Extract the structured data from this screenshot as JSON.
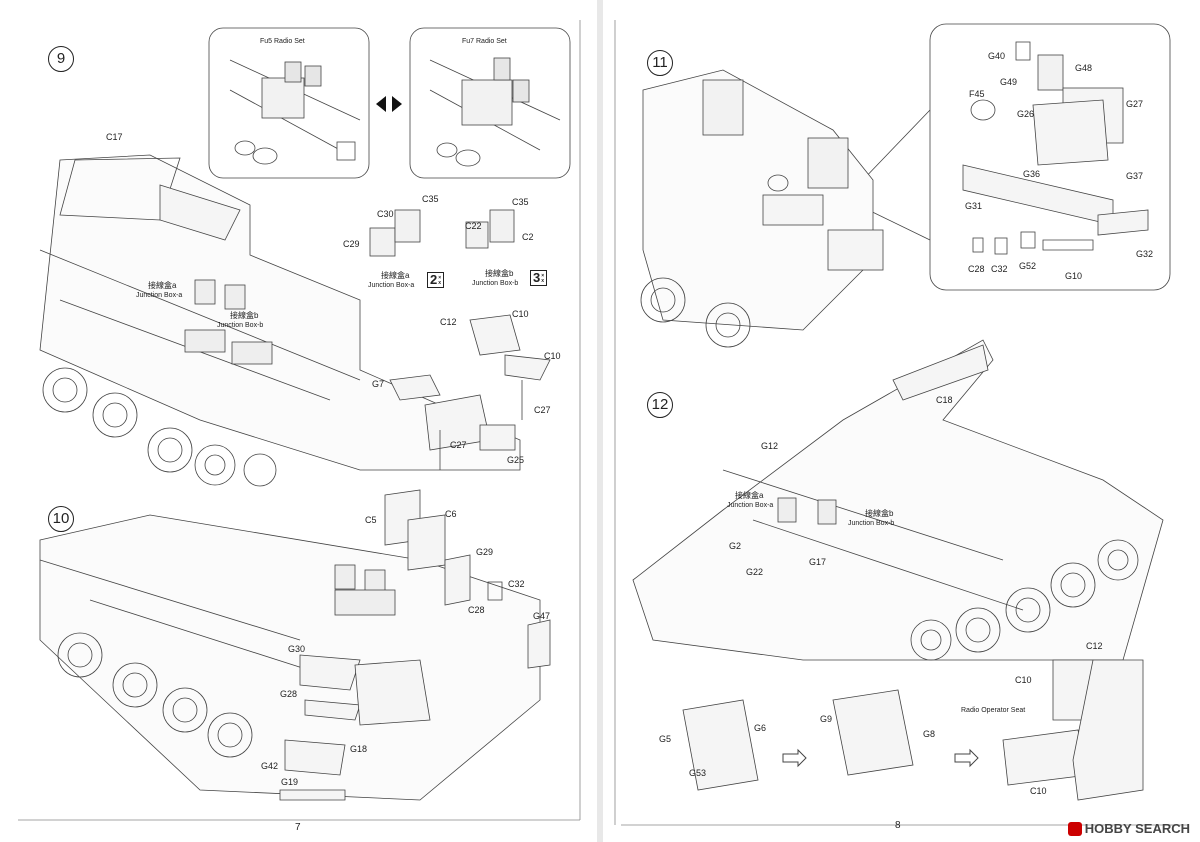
{
  "left": {
    "page_number": "7",
    "step9": {
      "number": "9",
      "inset_fu5": "Fu5 Radio Set",
      "inset_fu7": "Fu7 Radio Set",
      "c17": "C17",
      "jb_a_cn": "接線盒a",
      "jb_a_en": "Junction Box-a",
      "jb_b_cn": "接線盒b",
      "jb_b_en": "Junction Box-b",
      "c30": "C30",
      "c35a": "C35",
      "c29": "C29",
      "c22": "C22",
      "c35b": "C35",
      "c2": "C2",
      "asm_a_cn": "接線盒a",
      "asm_a_en": "Junction Box-a",
      "asm_a_qty": "2",
      "asm_b_cn": "接線盒b",
      "asm_b_en": "Junction Box-b",
      "asm_b_qty": "3",
      "c12": "C12",
      "c10a": "C10",
      "c10b": "C10",
      "g7": "G7",
      "c27a": "C27",
      "c27b": "C27",
      "g25": "G25"
    },
    "step10": {
      "number": "10",
      "c5": "C5",
      "c6": "C6",
      "g29": "G29",
      "c32": "C32",
      "c28": "C28",
      "g47": "G47",
      "g30": "G30",
      "g28": "G28",
      "g18": "G18",
      "g42": "G42",
      "g19": "G19"
    }
  },
  "right": {
    "page_number": "8",
    "step11": {
      "number": "11",
      "g40": "G40",
      "g48": "G48",
      "g49": "G49",
      "f45": "F45",
      "g27": "G27",
      "g26": "G26",
      "g36": "G36",
      "g37": "G37",
      "g31": "G31",
      "c28": "C28",
      "c32": "C32",
      "g52": "G52",
      "g10": "G10",
      "g32": "G32"
    },
    "step12": {
      "number": "12",
      "c18": "C18",
      "g12": "G12",
      "jb_a_cn": "接線盒a",
      "jb_a_en": "Junction Box-a",
      "jb_b_cn": "接線盒b",
      "jb_b_en": "Junction Box-b",
      "g2": "G2",
      "g22": "G22",
      "g17": "G17",
      "c12": "C12",
      "c10a": "C10",
      "seat_label": "Radio Operator Seat",
      "g5": "G5",
      "g6": "G6",
      "g53": "G53",
      "g9": "G9",
      "g8": "G8",
      "c10b": "C10"
    }
  },
  "watermark": "HOBBY SEARCH"
}
